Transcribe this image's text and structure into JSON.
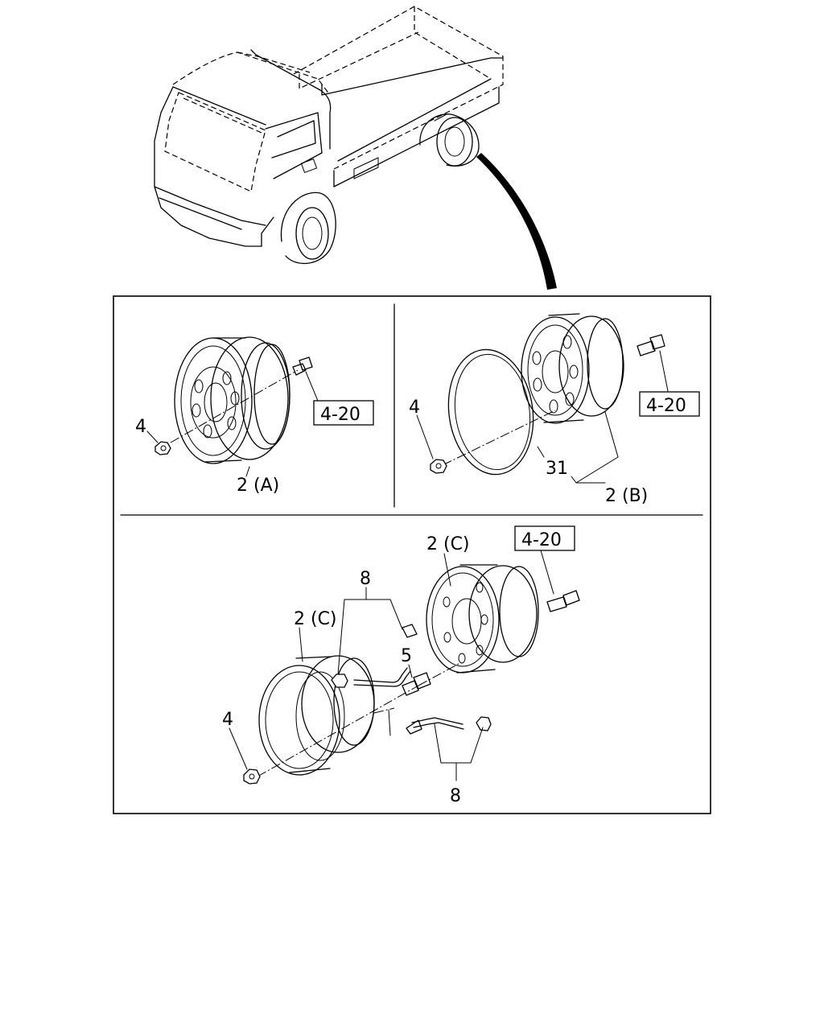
{
  "labels": {
    "a_nut": "4",
    "a_ref": "4-20",
    "a_wheel": "2 (A)",
    "b_nut": "4",
    "b_ref": "4-20",
    "b_ring": "31",
    "b_wheel": "2 (B)",
    "c_ref": "4-20",
    "c_inner_wheel": "2 (C)",
    "c_outer_wheel": "2 (C)",
    "c_valve_upper": "8",
    "c_valve_lower": "8",
    "c_stud": "5",
    "c_nut": "4"
  }
}
